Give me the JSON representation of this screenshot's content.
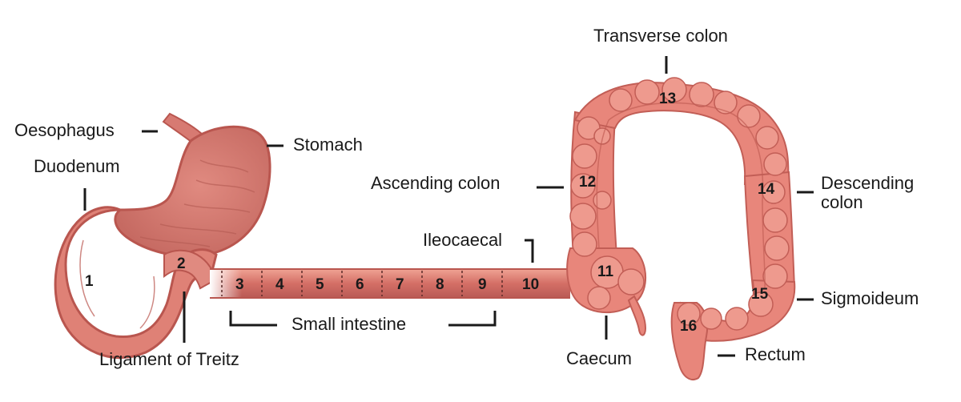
{
  "labels": {
    "oesophagus": "Oesophagus",
    "stomach": "Stomach",
    "duodenum": "Duodenum",
    "ligament": "Ligament of Treitz",
    "small_intestine": "Small intestine",
    "ileocaecal": "Ileocaecal",
    "caecum": "Caecum",
    "ascending": "Ascending colon",
    "transverse": "Transverse colon",
    "descending_1": "Descending",
    "descending_2": "colon",
    "sigmoideum": "Sigmoideum",
    "rectum": "Rectum"
  },
  "segments": [
    "1",
    "2",
    "3",
    "4",
    "5",
    "6",
    "7",
    "8",
    "9",
    "10",
    "11",
    "12",
    "13",
    "14",
    "15",
    "16"
  ],
  "colors": {
    "tissue": "#e8857a",
    "tissue_dark": "#c9605a",
    "tissue_light": "#f2a89b",
    "outline": "#b94f4a",
    "label": "#1a1a1a"
  }
}
